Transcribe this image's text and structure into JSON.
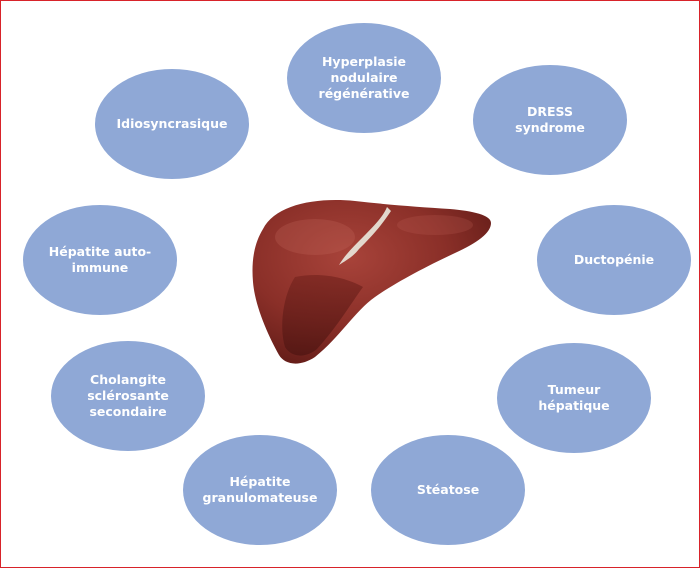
{
  "center_image": {
    "icon": "liver-icon",
    "colors": {
      "main": "#8a2f28",
      "dark": "#5e1a16",
      "light": "#b04a3f",
      "ligament": "#e6e0d6"
    }
  },
  "node_color": "#8fa8d6",
  "text_color": "#ffffff",
  "frame_color": "#d8232a",
  "nodes": [
    {
      "label": "Hyperplasie\nnodulaire\nrégénérative"
    },
    {
      "label": "DRESS\nsyndrome"
    },
    {
      "label": "Ductopénie"
    },
    {
      "label": "Tumeur\nhépatique"
    },
    {
      "label": "Stéatose"
    },
    {
      "label": "Hépatite\ngranulomateuse"
    },
    {
      "label": "Cholangite\nsclérosante\nsecondaire"
    },
    {
      "label": "Hépatite auto-\nimmune"
    },
    {
      "label": "Idiosyncrasique"
    }
  ]
}
